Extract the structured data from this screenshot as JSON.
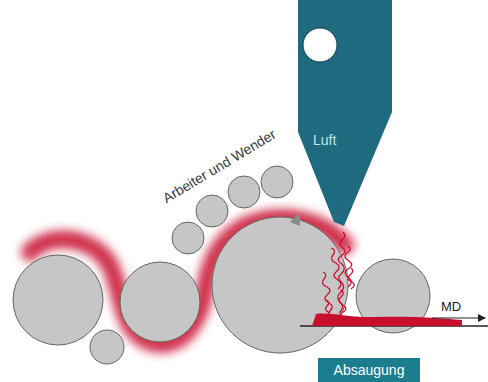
{
  "diagram": {
    "nodes": [
      {
        "text": [
          "Luft"
        ]
      },
      {
        "text": [
          "Absaugung"
        ]
      }
    ],
    "labels": [
      "Arbeiter und Wender",
      "MD"
    ]
  }
}
